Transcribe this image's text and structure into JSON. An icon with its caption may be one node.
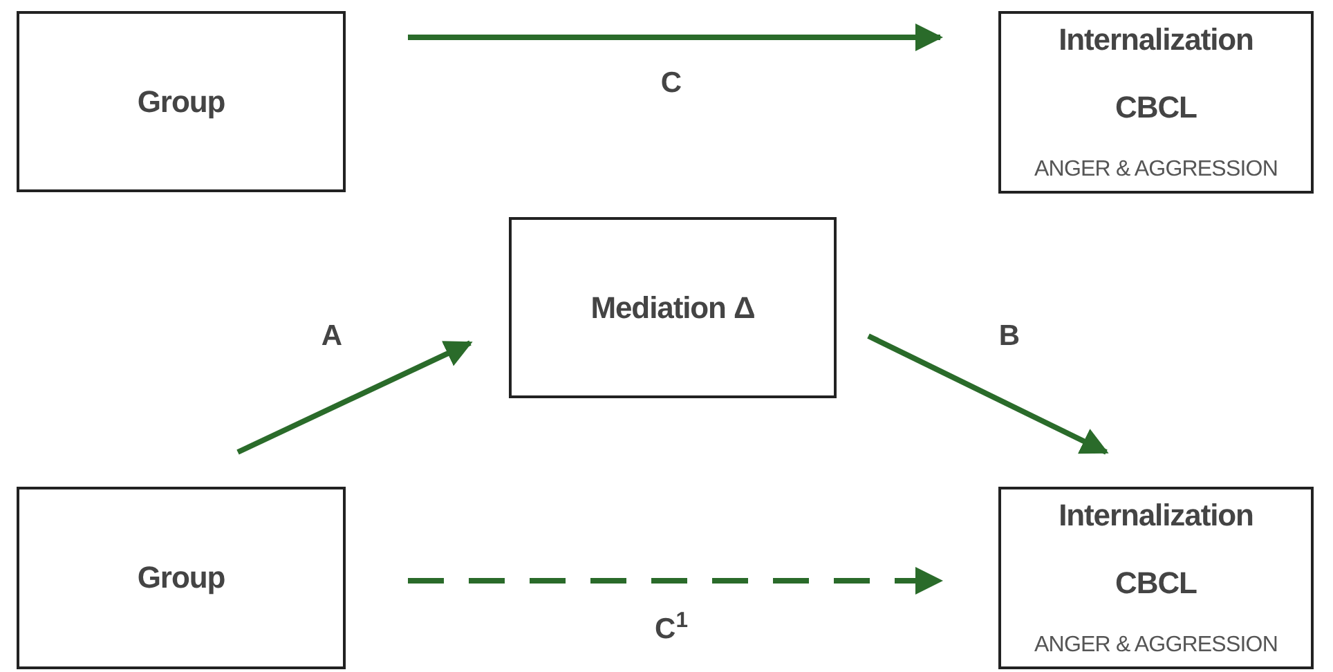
{
  "diagram": {
    "nodes": [
      {
        "text": [
          "Group"
        ]
      },
      {
        "text": [
          "Internalization",
          "CBCL",
          "ANGER & AGGRESSION"
        ]
      },
      {
        "text": [
          "Mediation Δ"
        ]
      },
      {
        "text": [
          "Group"
        ]
      },
      {
        "text": [
          "Internalization",
          "CBCL",
          "ANGER & AGGRESSION"
        ]
      }
    ],
    "edges": [
      {
        "from": 0,
        "to": 1,
        "arrow": "to",
        "label": "C"
      },
      {
        "from": 3,
        "to": 2,
        "arrow": "to",
        "label": "A"
      },
      {
        "from": 2,
        "to": 4,
        "arrow": "to",
        "label": "B"
      },
      {
        "from": 3,
        "to": 4,
        "arrow": "to",
        "label": "C$^{1}$",
        "style": "dashed"
      }
    ]
  }
}
